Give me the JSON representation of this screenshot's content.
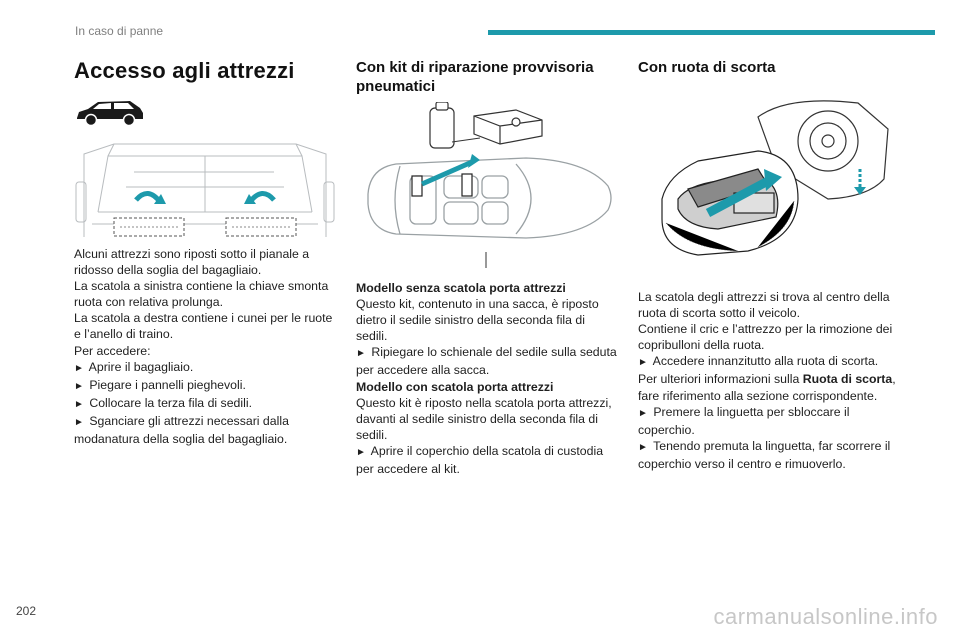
{
  "header": {
    "section": "In caso di panne",
    "accent_color": "#1d9aab"
  },
  "col1": {
    "title": "Accesso agli attrezzi",
    "car_icon": "suv-side-icon",
    "lines": [
      "Alcuni attrezzi sono riposti sotto il pianale a",
      "ridosso della soglia del bagagliaio.",
      "La scatola a sinistra contiene la chiave smonta",
      "ruota con relativa prolunga.",
      "La scatola a destra contiene i cunei per le ruote",
      "e l’anello di traino.",
      "Per accedere:",
      "Aprire il bagagliaio.",
      "Piegare i pannelli pieghevoli.",
      "Collocare la terza fila di sedili.",
      "Sganciare gli attrezzi necessari dalla",
      "modanatura della soglia del bagagliaio."
    ]
  },
  "col2": {
    "title": "Con kit di riparazione provvisoria pneumatici",
    "lines": [
      "Modello senza scatola porta attrezzi",
      "Questo kit, contenuto in una sacca, è riposto",
      "dietro il sedile sinistro della seconda fila di sedili.",
      "Ripiegare lo schienale del sedile sulla seduta",
      "per accedere alla sacca.",
      "Modello con scatola porta attrezzi",
      "Questo kit è riposto nella scatola porta attrezzi,",
      "davanti al sedile sinistro della seconda fila di",
      "sedili.",
      "Aprire il coperchio della scatola di custodia",
      "per accedere al kit."
    ]
  },
  "col3": {
    "title": "Con ruota di scorta",
    "lines": [
      "La scatola degli attrezzi si trova al centro della",
      "ruota di scorta sotto il veicolo.",
      "Contiene il cric e l’attrezzo per la rimozione dei",
      "copribulloni della ruota.",
      "Accedere innanzitutto alla ruota di scorta.",
      "Per ulteriori informazioni sulla ",
      "Ruota di scorta",
      ",",
      "fare riferimento alla sezione corrispondente.",
      "Premere la linguetta per sbloccare il",
      "coperchio.",
      "Tenendo premuta la linguetta, far scorrere il",
      "coperchio verso il centro e rimuoverlo."
    ]
  },
  "bullet_glyph": "►",
  "footer": {
    "page_number": "202",
    "watermark": "carmanualsonline.info"
  }
}
